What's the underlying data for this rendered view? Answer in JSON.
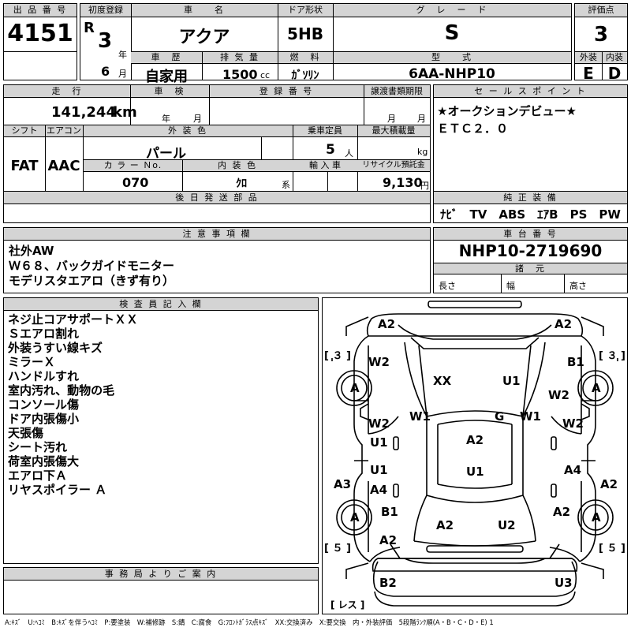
{
  "header": {
    "lot_no_label": "出 品 番 号",
    "lot_no": "4151",
    "first_reg_label": "初度登録",
    "era": "R",
    "year": "3",
    "year_unit": "年",
    "month": "6",
    "month_unit": "月",
    "car_name_label": "車　　名",
    "car_name": "アクア",
    "door_label": "ドア形状",
    "door": "5HB",
    "grade_label": "グ　レ　ー　ド",
    "grade": "S",
    "score_label": "評価点",
    "score": "3",
    "history_label": "車　歴",
    "history": "自家用",
    "displacement_label": "排 気 量",
    "displacement": "1500",
    "displacement_unit": "cc",
    "fuel_label": "燃　料",
    "fuel": "ｶﾞｿﾘﾝ",
    "model_label": "型　　式",
    "model": "6AA-NHP10",
    "exterior_label": "外装",
    "exterior": "E",
    "interior_label": "内装",
    "interior": "D"
  },
  "middle": {
    "mileage_label": "走　行",
    "mileage": "141,244",
    "mileage_unit": "km",
    "inspection_label": "車　検",
    "year_unit": "年",
    "month_unit": "月",
    "reg_no_label": "登 録 番 号",
    "transfer_label": "譲渡書類期限",
    "shift_label": "シフト",
    "shift": "FAT",
    "ac_label": "エアコン",
    "ac": "AAC",
    "color_label": "外 装 色",
    "color": "パール",
    "capacity_label": "乗車定員",
    "capacity": "5",
    "capacity_unit": "人",
    "load_label": "最大積載量",
    "load_unit": "kg",
    "color_no_label": "カ ラ ー Ｎo.",
    "color_no": "070",
    "int_color_label": "内 装 色",
    "int_color": "ｸﾛ",
    "int_color_unit": "系",
    "import_label": "輸 入 車",
    "recycle_label": "リサイクル預託金",
    "recycle": "9,130",
    "recycle_unit": "円",
    "later_label": "後 日 発 送 部 品"
  },
  "sales": {
    "label": "セ ー ル ス ポ イ ン ト",
    "line1": "★オークションデビュー★",
    "line2": "ＥＴＣ２．０"
  },
  "equipment": {
    "label": "純 正 装 備",
    "value": "ﾅﾋﾞ　TV　ABS　ｴｱB　PS　PW"
  },
  "notes": {
    "label": "注 意 事 項 欄",
    "lines": [
      "社外AW",
      "Ｗ６８、バックガイドモニター",
      "モデリスタエアロ（きず有り）"
    ]
  },
  "chassis": {
    "label": "車 台 番 号",
    "value": "NHP10-2719690",
    "specs_label": "諸　元",
    "length_label": "長さ",
    "width_label": "幅",
    "height_label": "高さ"
  },
  "inspector": {
    "label": "検 査 員 記 入 欄",
    "lines": [
      "ネジ止コアサポートＸＸ",
      "Ｓエアロ割れ",
      "外装うすい線キズ",
      "ミラーＸ",
      "ハンドルすれ",
      "室内汚れ、動物の毛",
      "コンソール傷",
      "ドア内張傷小",
      "天張傷",
      "シート汚れ",
      "荷室内張傷大",
      "エアロ下Ａ",
      "リヤスポイラー Ａ"
    ]
  },
  "office": {
    "label": "事 務 局 よ り ご 案 内"
  },
  "diagram": {
    "front_left": "A2",
    "front_right": "A2",
    "bracket_front_left": "[ ３ ]",
    "bracket_front_right": "[ ３ ]",
    "fender_fl": "W2",
    "fender_fr": "B1",
    "hood_left": "XX",
    "hood_right": "U1",
    "tire_fl": "A",
    "tire_fr": "A",
    "pillar_fr": "W2",
    "pillar_wl": "W1",
    "pillar_wr": "W1",
    "glass": "G",
    "door_fl_top": "W2",
    "door_fl_bottom": "U1",
    "door_fr": "W2",
    "roof_front": "A2",
    "roof_rear": "U1",
    "door_rl_top": "U1",
    "door_rl_bottom": "A4",
    "door_rr": "A4",
    "quarter_l": "A3",
    "quarter_r": "A2",
    "tire_rl": "A",
    "tire_rr": "A",
    "rear_fender_l": "B1",
    "rear_fender_r": "A2",
    "trunk_left": "A2",
    "trunk_right": "U2",
    "rear_corner_l": "A2",
    "bracket_rear_left": "[ ５ ]",
    "bracket_rear_right": "[ ５ ]",
    "bumper_left": "B2",
    "bumper_right": "U3",
    "rest_label": "[ レス ]"
  },
  "legend": "A:ｷｽﾞ　U:ﾍｺﾐ　B:ｷｽﾞを伴うﾍｺﾐ　P:要塗装　W:補修跡　S:錆　C:腐食　G:ﾌﾛﾝﾄｶﾞﾗｽ点ｷｽﾞ　XX:交換済み　X:要交換　内・外装評価　5段階ﾗﾝｸ順(A・B・C・D・E) 1"
}
